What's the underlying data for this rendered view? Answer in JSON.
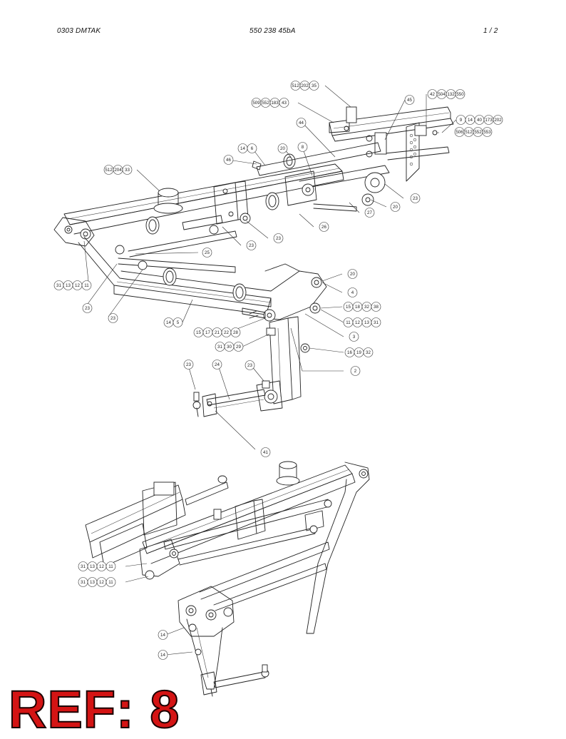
{
  "header": {
    "left": "0303   DMTAK",
    "center": "550 238 45bA",
    "right": "1 /   2"
  },
  "stamp": {
    "text": "REF: 8",
    "color": "#d41414"
  },
  "callouts_upper": [
    [
      "512",
      "202",
      "35"
    ],
    [
      "509",
      "552",
      "183",
      "43"
    ],
    [
      "45"
    ],
    [
      "42",
      "504",
      "132",
      "550"
    ],
    [
      "9",
      "14",
      "40",
      "173",
      "202"
    ],
    [
      "506",
      "512",
      "552",
      "553"
    ],
    [
      "44"
    ],
    [
      "14",
      "6"
    ],
    [
      "20"
    ],
    [
      "8"
    ],
    [
      "46"
    ],
    [
      "512",
      "204",
      "33"
    ],
    [
      "23"
    ],
    [
      "27"
    ],
    [
      "20"
    ],
    [
      "26"
    ],
    [
      "23"
    ],
    [
      "23"
    ],
    [
      "25"
    ],
    [
      "31",
      "13",
      "12",
      "11"
    ],
    [
      "23"
    ],
    [
      "23"
    ],
    [
      "20"
    ],
    [
      "4"
    ],
    [
      "15",
      "18",
      "32",
      "38"
    ],
    [
      "14",
      "5"
    ],
    [
      "11",
      "12",
      "13",
      "31"
    ],
    [
      "15",
      "17",
      "21",
      "22",
      "28"
    ],
    [
      "3"
    ],
    [
      "31",
      "30",
      "29"
    ],
    [
      "16",
      "19",
      "32"
    ],
    [
      "2"
    ],
    [
      "23"
    ],
    [
      "24"
    ],
    [
      "23"
    ],
    [
      "41"
    ]
  ],
  "callouts_lower": [
    [
      "31",
      "13",
      "12",
      "11"
    ],
    [
      "31",
      "13",
      "12",
      "11"
    ],
    [
      "14"
    ],
    [
      "14"
    ]
  ]
}
